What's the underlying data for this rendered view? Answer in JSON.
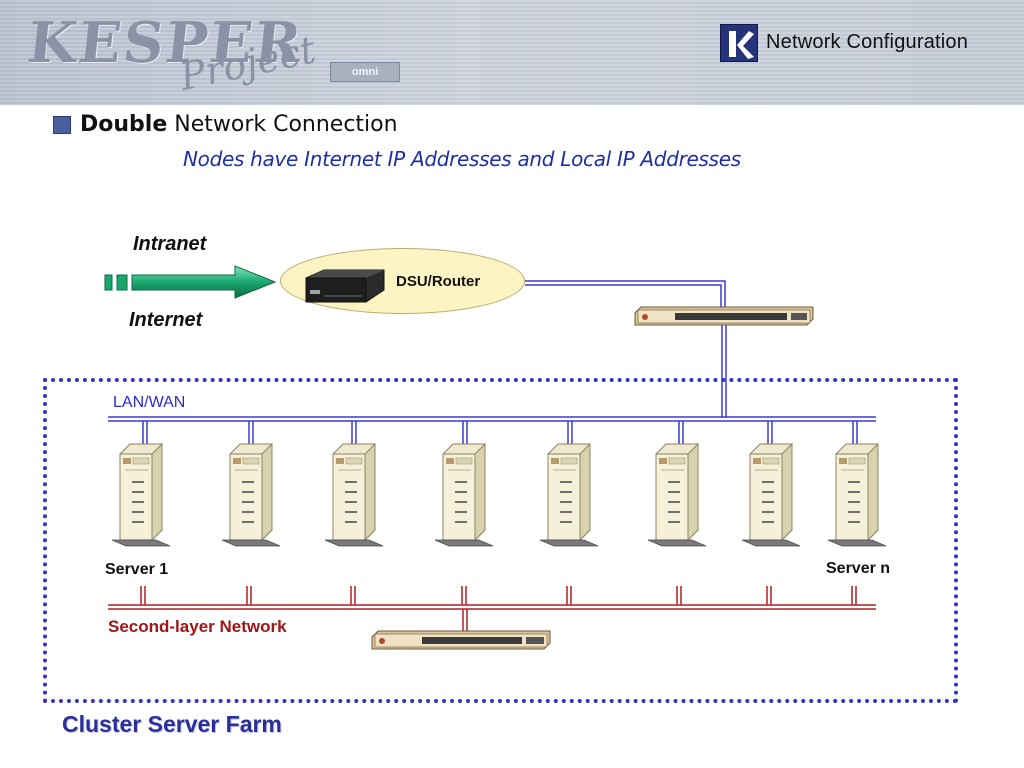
{
  "header": {
    "logo_text": "KESPER",
    "logo_sub": "Project",
    "logo_badge": "omni",
    "title": "Network Configuration",
    "brand_icon": "k-logo-icon"
  },
  "heading": {
    "bold": "Double",
    "rest": " Network Connection",
    "subtitle": "Nodes have Internet IP Addresses and Local IP Addresses"
  },
  "diagram": {
    "intranet_label": "Intranet",
    "internet_label": "Internet",
    "router_label": "DSU/Router",
    "lan_label": "LAN/WAN",
    "server_first_label": "Server 1",
    "server_last_label": "Server n",
    "second_layer_label": "Second-layer Network",
    "cluster_label": "Cluster Server Farm",
    "colors": {
      "lan_line": "#3a3ad0",
      "second_layer_line": "#b02020",
      "cluster_border": "#3232c8",
      "arrow": "#1aa870",
      "router_fill": "#fdf4c4"
    },
    "server_count": 8,
    "icons": [
      "arrow-right-icon",
      "router-device-icon",
      "network-switch-icon",
      "server-tower-icon"
    ]
  }
}
